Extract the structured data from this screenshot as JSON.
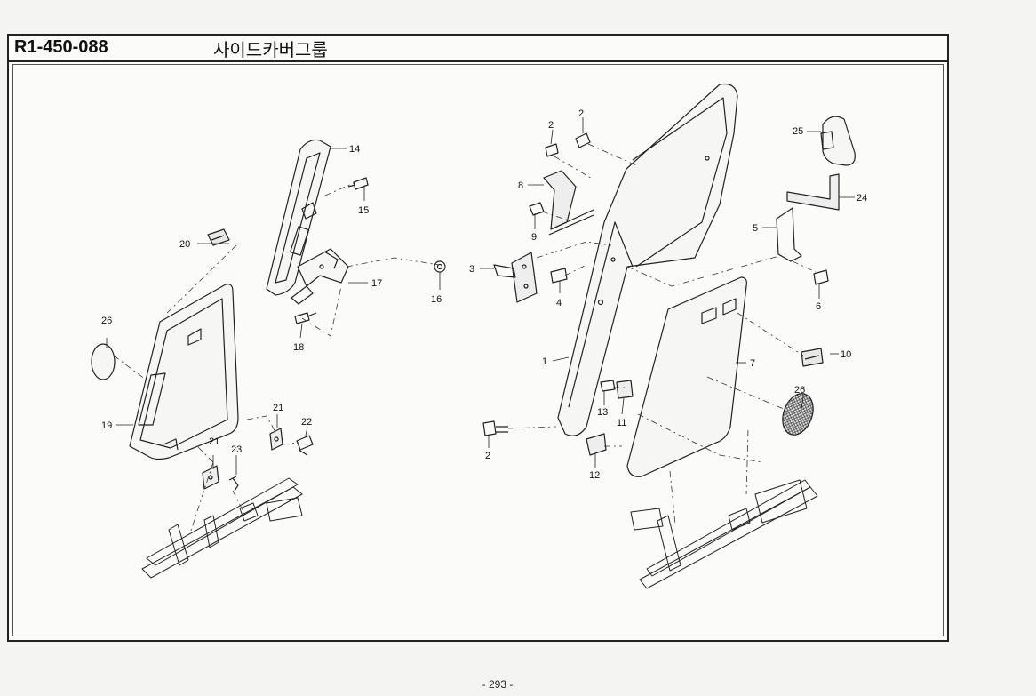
{
  "header": {
    "part_code": "R1-450-088",
    "title": "사이드카버그룹"
  },
  "callouts": {
    "c1": "1",
    "c2a": "2",
    "c2b": "2",
    "c2c": "2",
    "c3": "3",
    "c4": "4",
    "c5": "5",
    "c6": "6",
    "c7": "7",
    "c8": "8",
    "c9": "9",
    "c10": "10",
    "c11": "11",
    "c12": "12",
    "c13": "13",
    "c14": "14",
    "c15": "15",
    "c16": "16",
    "c17": "17",
    "c18": "18",
    "c19": "19",
    "c20": "20",
    "c21a": "21",
    "c21b": "21",
    "c22": "22",
    "c23": "23",
    "c24": "24",
    "c25": "25",
    "c26a": "26",
    "c26b": "26"
  },
  "footer": {
    "page_number": "- 293 -"
  }
}
